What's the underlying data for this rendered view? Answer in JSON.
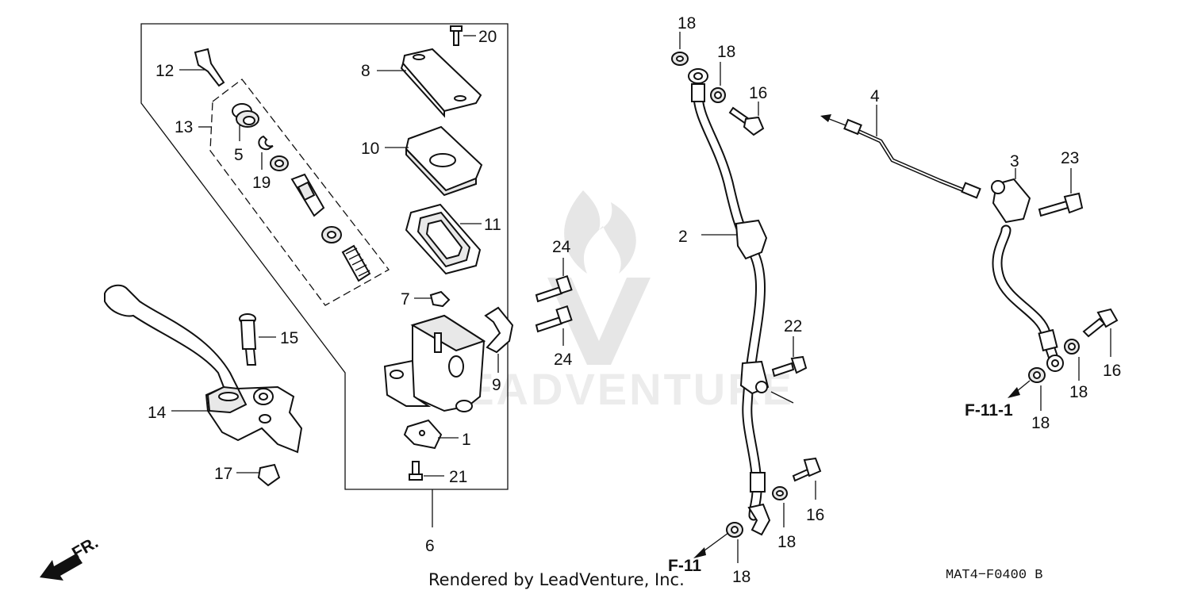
{
  "callouts": [
    "1",
    "2",
    "3",
    "4",
    "5",
    "6",
    "7",
    "8",
    "9",
    "10",
    "11",
    "12",
    "13",
    "14",
    "15",
    "16",
    "16",
    "16",
    "17",
    "18",
    "18",
    "18",
    "18",
    "18",
    "18",
    "18",
    "19",
    "20",
    "21",
    "22",
    "23",
    "24",
    "24"
  ],
  "references": {
    "front_brake_hose": "F-11",
    "rear_brake_hose": "F-11-1"
  },
  "direction_marker": "FR.",
  "diagram_code": "MAT4−F0400 B",
  "credit": "Rendered by LeadVenture, Inc.",
  "watermark": "LEADVENTURE"
}
